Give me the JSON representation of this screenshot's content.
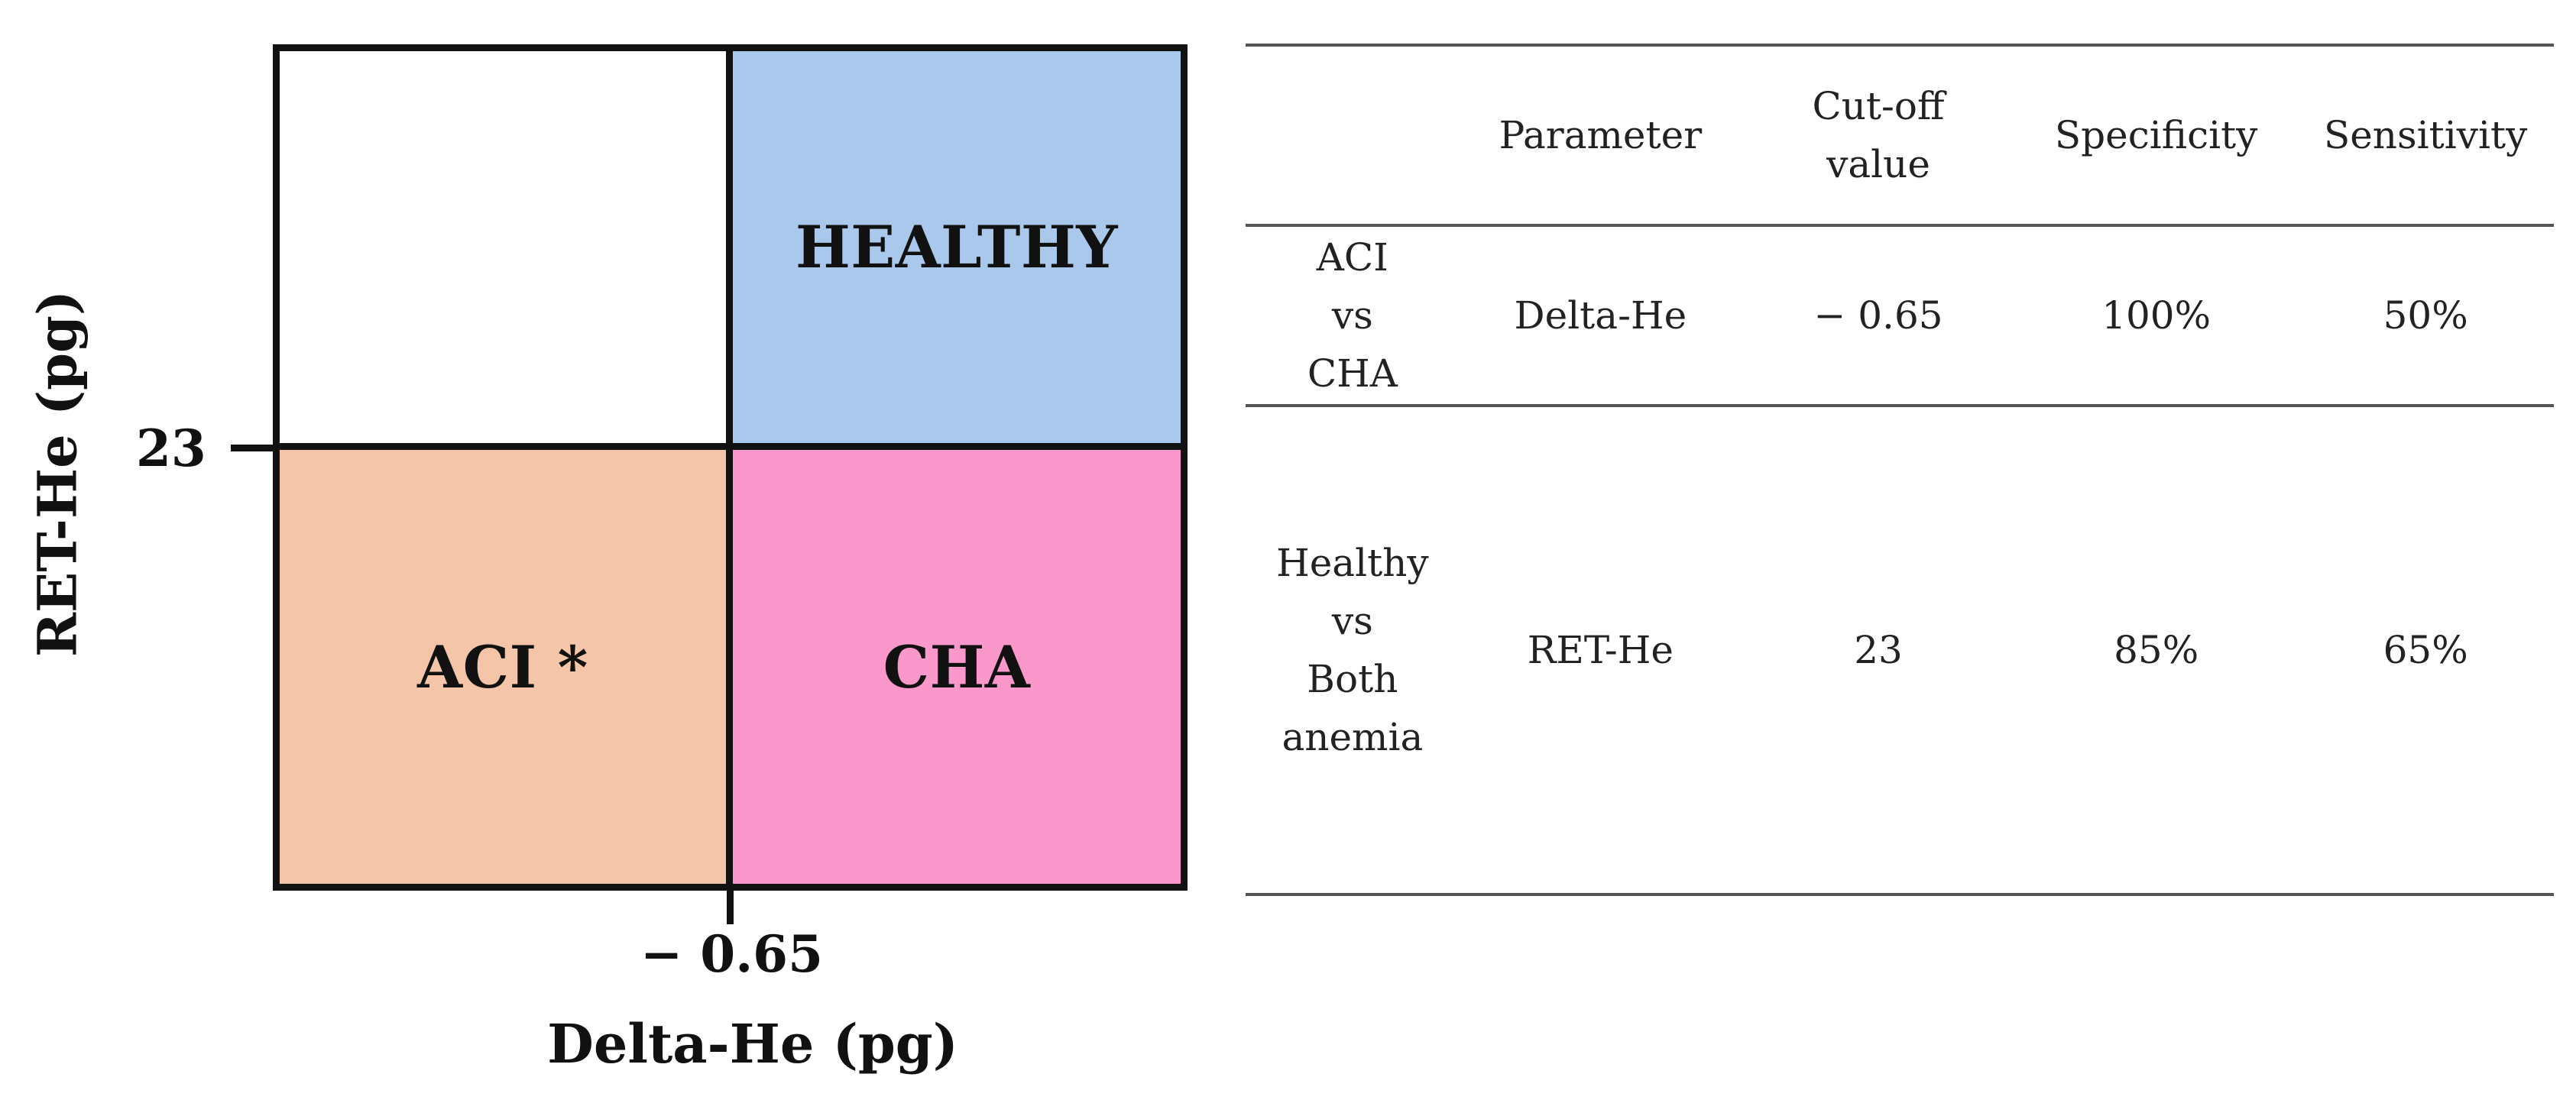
{
  "diagram": {
    "quadrants": {
      "top_left": "",
      "top_right": "HEALTHY",
      "bottom_left": "ACI *",
      "bottom_right": "CHA"
    },
    "colors": {
      "top_left": "#ffffff",
      "top_right": "#a9c8eb",
      "bottom_left": "#f5c5a9",
      "bottom_right": "#fa98cb",
      "lines": "#111111"
    },
    "y_axis": {
      "label": "RET-He (pg)",
      "threshold": "23"
    },
    "x_axis": {
      "label": "Delta-He (pg)",
      "threshold": "− 0.65"
    }
  },
  "table": {
    "headers": {
      "group": "",
      "parameter": "Parameter",
      "cutoff_line1": "Cut-off",
      "cutoff_line2": "value",
      "specificity": "Specificity",
      "sensitivity": "Sensitivity"
    },
    "rows": [
      {
        "group_lines": [
          "ACI",
          "vs",
          "CHA"
        ],
        "parameter": "Delta-He",
        "cutoff": "− 0.65",
        "specificity": "100%",
        "sensitivity": "50%"
      },
      {
        "group_lines": [
          "Healthy",
          "vs",
          "Both anemia"
        ],
        "parameter": "RET-He",
        "cutoff": "23",
        "specificity": "85%",
        "sensitivity": "65%"
      }
    ]
  }
}
